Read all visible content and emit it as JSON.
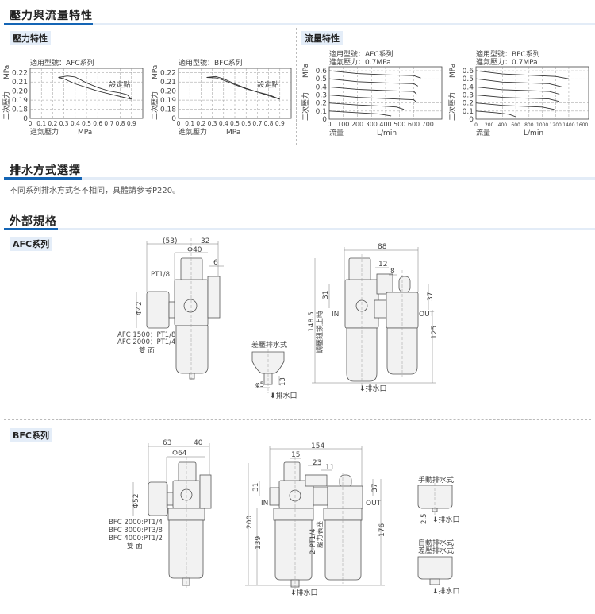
{
  "sections": {
    "characteristics": "壓力與流量特性",
    "pressure_sub": "壓力特性",
    "flow_sub": "流量特性",
    "drain": "排水方式選擇",
    "drain_note": "不同系列排水方式各不相同，具體請參考P220。",
    "dimensions": "外部規格",
    "afc_series": "AFC系列",
    "bfc_series": "BFC系列"
  },
  "chart_data": [
    {
      "type": "line",
      "title": "適用型號：AFC系列",
      "xlabel": "進氣壓力",
      "xunit": "MPa",
      "ylabel": "二次壓力",
      "yunit": "MPa",
      "xticks": [
        "0",
        "0.1",
        "0.2",
        "0.3",
        "0.4",
        "0.5",
        "0.6",
        "0.7",
        "0.8",
        "0.9"
      ],
      "yticks": [
        "0",
        "0.18",
        "0.19",
        "0.20",
        "0.21",
        "0.22"
      ],
      "xlim": [
        0,
        1.0
      ],
      "ylim": [
        0.17,
        0.225
      ],
      "annotation": "設定點",
      "series": [
        {
          "name": "upper",
          "points": [
            [
              0.25,
              0.215
            ],
            [
              0.33,
              0.2165
            ],
            [
              0.4,
              0.2155
            ],
            [
              0.5,
              0.209
            ],
            [
              0.6,
              0.204
            ],
            [
              0.7,
              0.2
            ],
            [
              0.8,
              0.198
            ],
            [
              0.86,
              0.196
            ],
            [
              0.9,
              0.191
            ]
          ]
        },
        {
          "name": "lower",
          "points": [
            [
              0.25,
              0.215
            ],
            [
              0.3,
              0.2135
            ],
            [
              0.4,
              0.208
            ],
            [
              0.5,
              0.204
            ],
            [
              0.6,
              0.2
            ],
            [
              0.7,
              0.197
            ],
            [
              0.8,
              0.194
            ],
            [
              0.9,
              0.191
            ]
          ]
        }
      ]
    },
    {
      "type": "line",
      "title": "適用型號：BFC系列",
      "xlabel": "進氣壓力",
      "xunit": "MPa",
      "ylabel": "二次壓力",
      "yunit": "MPa",
      "xticks": [
        "0",
        "0.1",
        "0.2",
        "0.3",
        "0.4",
        "0.5",
        "0.6",
        "0.7",
        "0.8",
        "0.9"
      ],
      "yticks": [
        "0",
        "0.18",
        "0.19",
        "0.20",
        "0.21",
        "0.22"
      ],
      "xlim": [
        0,
        1.0
      ],
      "ylim": [
        0.17,
        0.225
      ],
      "annotation": "設定點",
      "series": [
        {
          "name": "upper",
          "points": [
            [
              0.25,
              0.215
            ],
            [
              0.33,
              0.216
            ],
            [
              0.4,
              0.2135
            ],
            [
              0.5,
              0.208
            ],
            [
              0.6,
              0.203
            ],
            [
              0.7,
              0.199
            ],
            [
              0.8,
              0.196
            ],
            [
              0.9,
              0.191
            ]
          ]
        },
        {
          "name": "lower",
          "points": [
            [
              0.25,
              0.215
            ],
            [
              0.33,
              0.2145
            ],
            [
              0.4,
              0.212
            ],
            [
              0.5,
              0.207
            ],
            [
              0.6,
              0.2025
            ],
            [
              0.7,
              0.199
            ],
            [
              0.8,
              0.195
            ],
            [
              0.9,
              0.191
            ]
          ]
        }
      ]
    },
    {
      "type": "line",
      "title": "適用型號：AFC系列",
      "subtitle": "進氣壓力：0.7MPa",
      "xlabel": "流量",
      "xunit": "L/min",
      "ylabel": "二次壓力",
      "yunit": "MPa",
      "xticks": [
        "0",
        "100",
        "200",
        "300",
        "400",
        "500",
        "600",
        "700"
      ],
      "yticks": [
        "0",
        "0.1",
        "0.2",
        "0.3",
        "0.4",
        "0.5",
        "0.6"
      ],
      "xlim": [
        0,
        800
      ],
      "ylim": [
        0,
        0.65
      ],
      "series": [
        {
          "name": "0.6",
          "points": [
            [
              0,
              0.6
            ],
            [
              200,
              0.565
            ],
            [
              400,
              0.55
            ],
            [
              600,
              0.54
            ],
            [
              650,
              0.51
            ]
          ]
        },
        {
          "name": "0.5",
          "points": [
            [
              0,
              0.5
            ],
            [
              200,
              0.465
            ],
            [
              400,
              0.45
            ],
            [
              600,
              0.44
            ],
            [
              630,
              0.41
            ]
          ]
        },
        {
          "name": "0.4",
          "points": [
            [
              0,
              0.4
            ],
            [
              200,
              0.37
            ],
            [
              400,
              0.355
            ],
            [
              600,
              0.345
            ],
            [
              620,
              0.31
            ]
          ]
        },
        {
          "name": "0.3",
          "points": [
            [
              0,
              0.3
            ],
            [
              200,
              0.27
            ],
            [
              400,
              0.255
            ],
            [
              600,
              0.24
            ],
            [
              620,
              0.21
            ]
          ]
        },
        {
          "name": "0.2",
          "points": [
            [
              0,
              0.2
            ],
            [
              200,
              0.175
            ],
            [
              400,
              0.16
            ],
            [
              480,
              0.15
            ],
            [
              530,
              0.12
            ]
          ]
        },
        {
          "name": "0.1",
          "points": [
            [
              0,
              0.1
            ],
            [
              200,
              0.08
            ],
            [
              350,
              0.065
            ],
            [
              440,
              0.04
            ]
          ]
        }
      ]
    },
    {
      "type": "line",
      "title": "適用型號：BFC系列",
      "subtitle": "進氣壓力：0.7MPa",
      "xlabel": "流量",
      "xunit": "L/min",
      "ylabel": "二次壓力",
      "yunit": "MPa",
      "xticks": [
        "0",
        "200",
        "400",
        "600",
        "800",
        "1000",
        "1200",
        "1400",
        "1600"
      ],
      "yticks": [
        "0",
        "0.1",
        "0.2",
        "0.3",
        "0.4",
        "0.5",
        "0.6"
      ],
      "xlim": [
        0,
        1700
      ],
      "ylim": [
        0,
        0.65
      ],
      "series": [
        {
          "name": "0.6",
          "points": [
            [
              0,
              0.6
            ],
            [
              400,
              0.56
            ],
            [
              1200,
              0.53
            ],
            [
              1400,
              0.5
            ]
          ]
        },
        {
          "name": "0.5",
          "points": [
            [
              0,
              0.5
            ],
            [
              400,
              0.46
            ],
            [
              1100,
              0.44
            ],
            [
              1300,
              0.4
            ]
          ]
        },
        {
          "name": "0.4",
          "points": [
            [
              0,
              0.4
            ],
            [
              400,
              0.365
            ],
            [
              1100,
              0.345
            ],
            [
              1260,
              0.31
            ]
          ]
        },
        {
          "name": "0.3",
          "points": [
            [
              0,
              0.3
            ],
            [
              400,
              0.27
            ],
            [
              1100,
              0.25
            ],
            [
              1250,
              0.22
            ]
          ]
        },
        {
          "name": "0.2",
          "points": [
            [
              0,
              0.2
            ],
            [
              400,
              0.17
            ],
            [
              1000,
              0.15
            ],
            [
              1180,
              0.12
            ]
          ]
        },
        {
          "name": "0.1",
          "points": [
            [
              0,
              0.1
            ],
            [
              300,
              0.08
            ],
            [
              500,
              0.06
            ],
            [
              600,
              0.03
            ]
          ]
        }
      ]
    }
  ],
  "afc": {
    "dim_53": "(53)",
    "dim_32": "32",
    "dim_phi40": "Φ40",
    "dim_6": "6",
    "pt18": "PT1/8",
    "phi42": "Φ42",
    "port1": "AFC 1500：PT1/8",
    "port2": "AFC 2000：PT1/4",
    "both_sides": "雙 面",
    "diff_drain": "差壓排水式",
    "dim_13": "13",
    "phi5": "φ5",
    "drain_port": "排水口",
    "dim_88": "88",
    "dim_12": "12",
    "dim_8": "8",
    "dim_31": "31",
    "dim_37": "37",
    "dim_148_5": "148.5",
    "knob_locked": "調壓鈕鎖上時",
    "dim_125": "125",
    "in": "IN",
    "out": "OUT",
    "drain_port2": "排水口"
  },
  "bfc": {
    "dim_63": "63",
    "dim_40": "40",
    "phi64": "Φ64",
    "phi52": "Φ52",
    "port1": "BFC 2000:PT1/4",
    "port2": "BFC 3000:PT3/8",
    "port3": "BFC 4000:PT1/2",
    "both_sides": "雙 面",
    "dim_154": "154",
    "dim_15": "15",
    "dim_23": "23",
    "dim_11": "11",
    "dim_31": "31",
    "dim_37": "37",
    "dim_200": "200",
    "dim_139": "139",
    "dim_176": "176",
    "in": "IN",
    "out": "OUT",
    "gauge_port": "2-PT1/4",
    "gauge_seat": "壓力表座",
    "drain_port": "排水口",
    "manual_drain": "手動排水式",
    "dim_2_5": "2.5",
    "drain_port2": "排水口",
    "auto_drain": "自動排水式",
    "diff_drain": "差壓排水式",
    "drain_port3": "排水口"
  }
}
